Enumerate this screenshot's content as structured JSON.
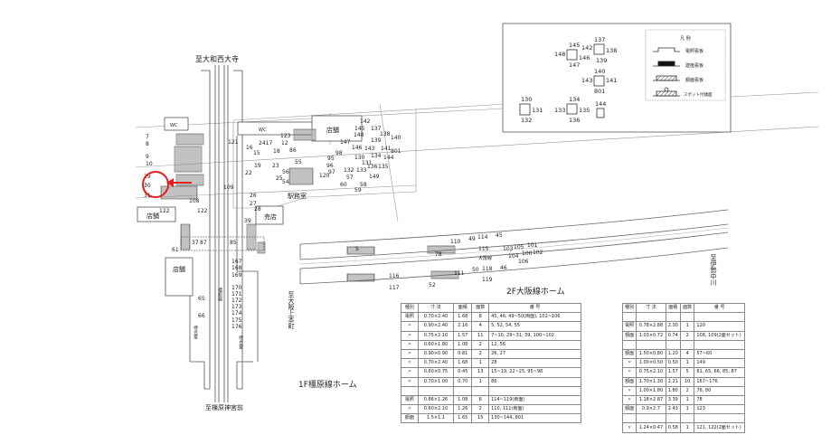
{
  "map": {
    "direction_north": "至大和西大寺",
    "direction_south": "至橿原神宮前",
    "direction_uehommachi": "至大阪上本町",
    "direction_isenakagawa": "至伊勢中川",
    "platform_1f": "1F橿原線ホーム",
    "platform_2f": "2F大阪線ホーム",
    "kashihara_line": "橿原線",
    "osaka_line": "大阪線",
    "shop": "店舗",
    "kiosk": "売店",
    "station_office": "駅務室",
    "waiting_room": "待合室",
    "wc": "WC",
    "sign_numbers": [
      "7",
      "8",
      "9",
      "10",
      "29",
      "30",
      "31",
      "108",
      "122",
      "122",
      "121",
      "16",
      "15",
      "2417",
      "18",
      "123",
      "12",
      "86",
      "19",
      "22",
      "23",
      "25",
      "55",
      "56",
      "54",
      "109",
      "26",
      "27",
      "28",
      "39",
      "142",
      "145",
      "137",
      "148",
      "138",
      "139",
      "140",
      "147",
      "146",
      "143",
      "141",
      "801",
      "98",
      "95",
      "130",
      "134",
      "144",
      "96",
      "131",
      "136",
      "135",
      "97",
      "132",
      "133",
      "149",
      "120",
      "57",
      "60",
      "58",
      "59",
      "61",
      "37",
      "87",
      "85",
      "65",
      "66",
      "167",
      "168",
      "169",
      "170",
      "171",
      "172",
      "173",
      "174",
      "175",
      "176",
      "5",
      "78",
      "110",
      "49",
      "114",
      "115",
      "45",
      "103",
      "105",
      "104",
      "101",
      "100",
      "102",
      "106",
      "111",
      "50",
      "118",
      "119",
      "46",
      "116",
      "117",
      "52"
    ]
  },
  "legend": {
    "title": "凡 例",
    "items": [
      "電照看板",
      "建植看板",
      "額面看板",
      "スポット付額面"
    ],
    "detail_numbers": [
      "145",
      "148",
      "146",
      "147",
      "137",
      "142",
      "138",
      "139",
      "140",
      "143",
      "141",
      "801",
      "130",
      "131",
      "132",
      "134",
      "133",
      "135",
      "136",
      "144"
    ]
  },
  "table_left": {
    "headers": [
      "種別",
      "寸 法",
      "面積",
      "面数",
      "番 号"
    ],
    "rows": [
      [
        "電照",
        "0.70×2.40",
        "1.68",
        "8",
        "45, 46, 49~50(両面), 102~106"
      ],
      [
        "〃",
        "0.90×2.40",
        "2.16",
        "4",
        "5, 52, 54, 55"
      ],
      [
        "〃",
        "0.75×2.10",
        "1.57",
        "11",
        "7~10, 29~31, 39, 100~102"
      ],
      [
        "〃",
        "0.60×1.80",
        "1.08",
        "2",
        "12, 56"
      ],
      [
        "〃",
        "0.90×0.90",
        "0.81",
        "2",
        "26, 27"
      ],
      [
        "〃",
        "0.70×2.40",
        "1.68",
        "1",
        "28"
      ],
      [
        "〃",
        "0.60×0.75",
        "0.45",
        "13",
        "15~19, 22~25, 95~98"
      ],
      [
        "〃",
        "0.70×1.00",
        "0.70",
        "1",
        "86"
      ],
      [
        "",
        "",
        "",
        "",
        ""
      ],
      [
        "電照",
        "0.86×1.26",
        "1.08",
        "6",
        "114~119(両面)"
      ],
      [
        "〃",
        "0.60×2.10",
        "1.26",
        "2",
        "110, 111(両面)"
      ],
      [
        "額面",
        "1.5×1.1",
        "1.65",
        "15",
        "130~144, 801"
      ]
    ]
  },
  "table_right": {
    "headers": [
      "種別",
      "寸 法",
      "面積",
      "面数",
      "番 号"
    ],
    "rows": [
      [
        "",
        "",
        "",
        "",
        ""
      ],
      [
        "電照",
        "0.78×2.88",
        "2.30",
        "1",
        "120"
      ],
      [
        "額面",
        "1.03×0.72",
        "0.74",
        "2",
        "108, 109(2面セット)"
      ],
      [
        "",
        "",
        "",
        "",
        ""
      ],
      [
        "額面",
        "1.50×0.80",
        "1.20",
        "4",
        "57~60"
      ],
      [
        "〃",
        "1.00×0.50",
        "0.50",
        "1",
        "149"
      ],
      [
        "〃",
        "0.75×2.10",
        "1.57",
        "5",
        "61, 65, 66, 85, 87"
      ],
      [
        "額面",
        "1.70×1.30",
        "2.21",
        "10",
        "167~176"
      ],
      [
        "〃",
        "1.00×1.80",
        "1.80",
        "2",
        "76, 80"
      ],
      [
        "〃",
        "1.18×2.87",
        "3.39",
        "1",
        "78"
      ],
      [
        "額面",
        "0.9×2.7",
        "2.43",
        "1",
        "123"
      ],
      [
        "",
        "",
        "",
        "",
        ""
      ],
      [
        "〃",
        "1.24×0.47",
        "0.58",
        "1",
        "121, 122(2面セット)"
      ]
    ]
  },
  "colors": {
    "line": "#555555",
    "highlight": "#e02020",
    "hatch": "#777777"
  }
}
